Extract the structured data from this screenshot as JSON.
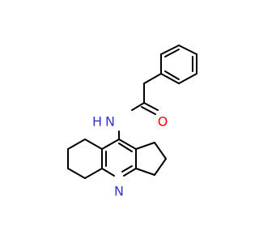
{
  "molecule": {
    "atoms": {
      "N_amide": "N",
      "H_amide": "H",
      "O": "O",
      "N_ring": "N"
    },
    "colors": {
      "bond": "#000000",
      "nitrogen": "#3333cc",
      "oxygen": "#ff0000",
      "background": "#ffffff"
    }
  }
}
